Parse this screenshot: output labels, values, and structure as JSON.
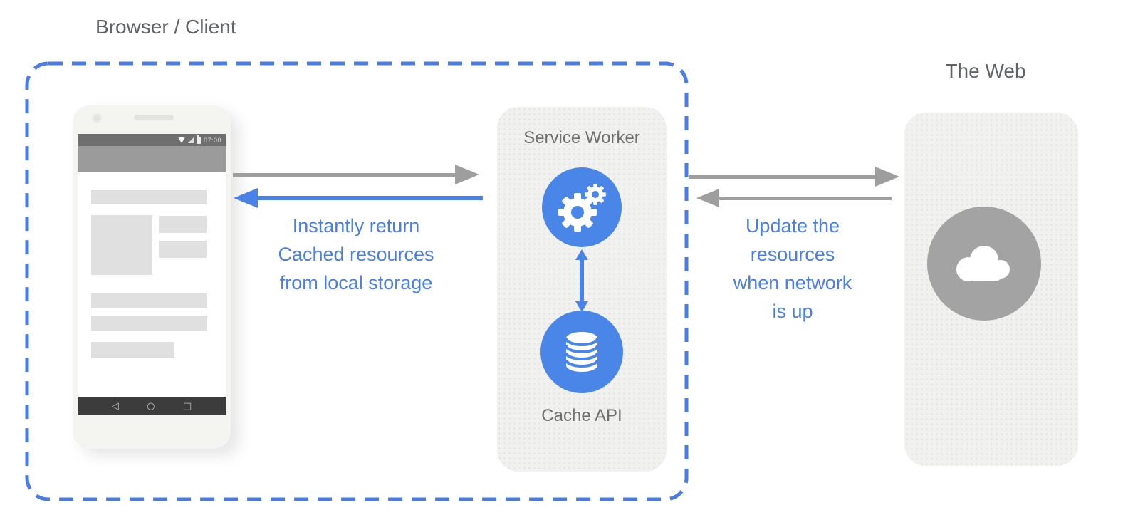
{
  "labels": {
    "browser_client": "Browser / Client",
    "the_web": "The Web",
    "service_worker": "Service Worker",
    "cache_api": "Cache API"
  },
  "captions": {
    "left": [
      "Instantly return",
      "Cached resources",
      "from local storage"
    ],
    "right": [
      "Update the",
      "resources",
      "when network",
      "is up"
    ]
  },
  "phone": {
    "status_time": "07:00",
    "nav": {
      "back": "◁",
      "home": "○",
      "recents": "□"
    }
  },
  "icons": {
    "gears-icon": "two white cogwheels on blue circle",
    "database-icon": "white stacked-disc cylinder on blue circle",
    "cloud-icon": "white cloud on gray circle",
    "wifi-icon": "wifi fan",
    "signal-icon": "cellular signal triangle",
    "battery-icon": "battery"
  },
  "colors": {
    "accent_blue": "#4a82e8",
    "circle_blue": "#4a86e8",
    "dashed_border_blue": "#4a7de4",
    "caption_blue": "#4a7ee0",
    "arrow_gray": "#9e9e9e",
    "zone_label_gray": "#5f6368",
    "panel_label_gray": "#6f6f6f",
    "panel_bg": "#f1f1ef",
    "web_circle_gray": "#a3a3a3"
  }
}
